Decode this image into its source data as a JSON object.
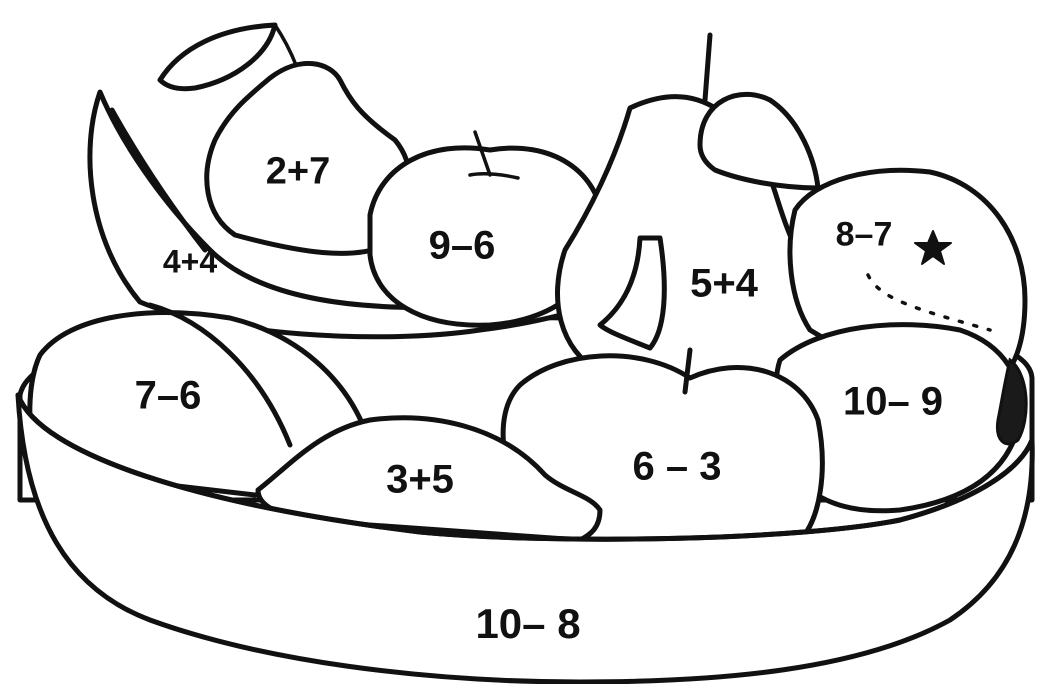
{
  "labels": {
    "pear_left": "2+7",
    "banana_back": "4+4",
    "apple_back": "9–6",
    "pear_right": "5+4",
    "orange": "8–7",
    "mango_left": "7–6",
    "lemon": "3+5",
    "apple_front": "6 – 3",
    "lime_right": "10– 9",
    "bowl": "10– 8"
  },
  "colors": {
    "line": "#111111",
    "fill": "#ffffff"
  },
  "icons": {
    "orange_navel": "star-icon"
  }
}
